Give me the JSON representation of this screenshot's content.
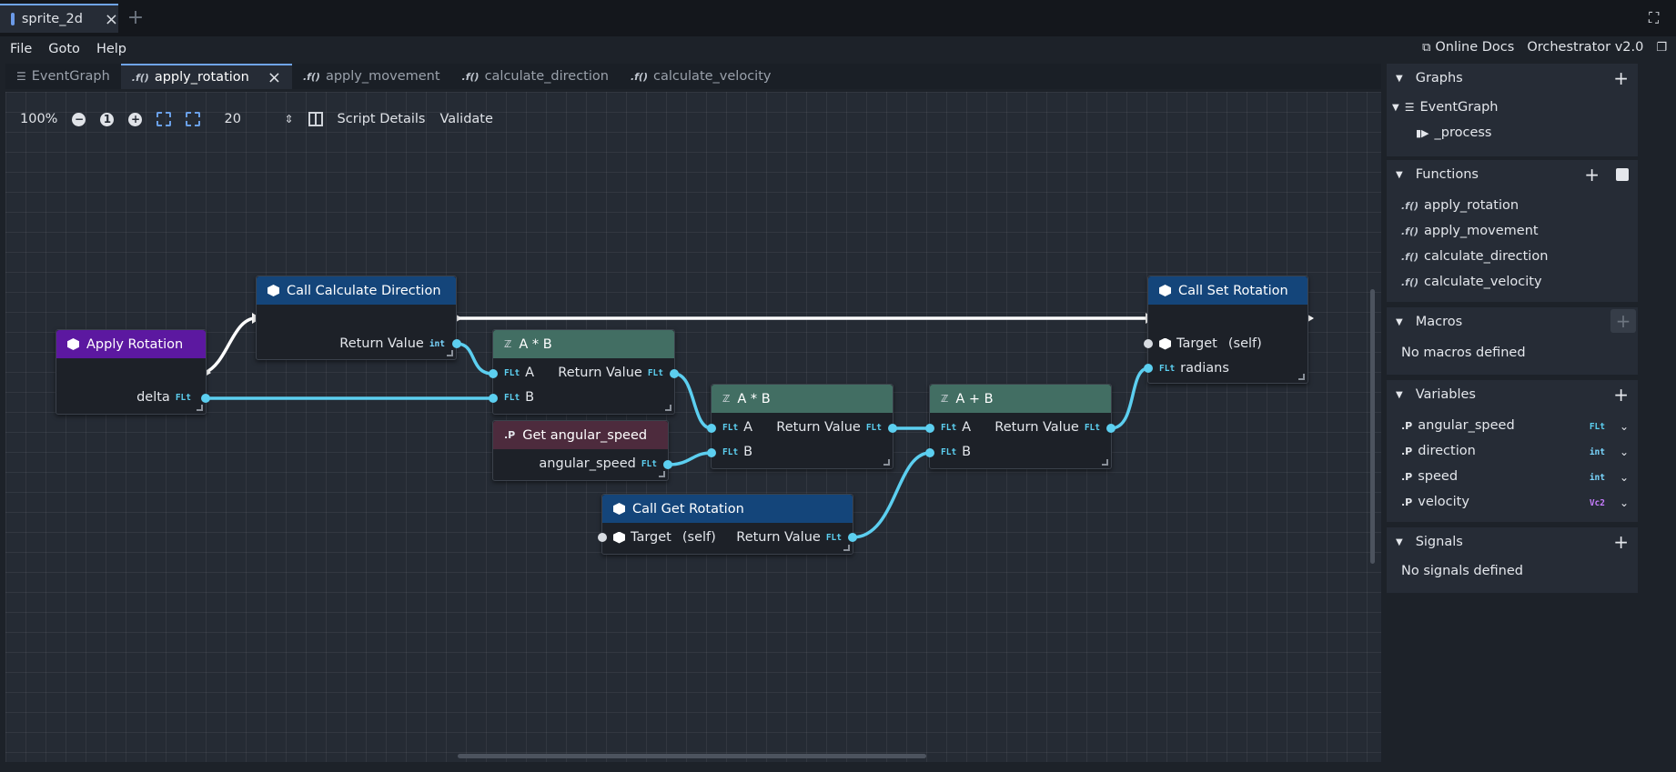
{
  "window": {
    "tab_title": "sprite_2d",
    "new_tab": "+"
  },
  "menu": [
    "File",
    "Goto",
    "Help"
  ],
  "header_right": {
    "docs": "Online Docs",
    "version": "Orchestrator v2.0"
  },
  "doc_tabs": [
    {
      "label": "EventGraph",
      "icon": "event-graph-icon"
    },
    {
      "label": "apply_rotation",
      "icon": "function-icon"
    },
    {
      "label": "apply_movement",
      "icon": "function-icon"
    },
    {
      "label": "calculate_direction",
      "icon": "function-icon"
    },
    {
      "label": "calculate_velocity",
      "icon": "function-icon"
    }
  ],
  "function_icon": ".f()",
  "graph_toolbar": {
    "zoom": "100%",
    "reset": "1",
    "snap_value": "20",
    "script_details": "Script Details",
    "validate": "Validate"
  },
  "colors": {
    "header_blue": "#14457a",
    "header_purple": "#5c18a0",
    "header_green": "#426e63",
    "header_maroon": "#4d2b3d",
    "wire_float": "#5ccff0",
    "wire_exec": "#ffffff",
    "accent": "#70a5e8"
  },
  "nodes": {
    "apply_rotation": {
      "title": "Apply Rotation",
      "delta": "delta",
      "delta_type": "FLt"
    },
    "calc_direction": {
      "title": "Call Calculate Direction",
      "return": "Return Value",
      "return_type": "int"
    },
    "mul1": {
      "title": "A * B",
      "a": "A",
      "b": "B",
      "return": "Return Value",
      "type": "FLt"
    },
    "get_speed": {
      "title": "Get angular_speed",
      "out": "angular_speed",
      "type": "FLt"
    },
    "mul2": {
      "title": "A * B",
      "a": "A",
      "b": "B",
      "return": "Return Value",
      "type": "FLt"
    },
    "add": {
      "title": "A + B",
      "a": "A",
      "b": "B",
      "return": "Return Value",
      "type": "FLt"
    },
    "get_rotation": {
      "title": "Call Get Rotation",
      "target": "Target",
      "self": "(self)",
      "return": "Return Value",
      "type": "FLt"
    },
    "set_rotation": {
      "title": "Call Set Rotation",
      "target": "Target",
      "self": "(self)",
      "radians": "radians",
      "type": "FLt"
    }
  },
  "sidebar": {
    "graphs": {
      "title": "Graphs",
      "items": [
        "EventGraph",
        "_process"
      ]
    },
    "functions": {
      "title": "Functions",
      "items": [
        "apply_rotation",
        "apply_movement",
        "calculate_direction",
        "calculate_velocity"
      ]
    },
    "macros": {
      "title": "Macros",
      "empty": "No macros defined"
    },
    "variables": {
      "title": "Variables",
      "items": [
        {
          "name": "angular_speed",
          "type": "FLt",
          "color": "#5ccff0"
        },
        {
          "name": "direction",
          "type": "int",
          "color": "#7ad7ff"
        },
        {
          "name": "speed",
          "type": "int",
          "color": "#7ad7ff"
        },
        {
          "name": "velocity",
          "type": "Vc2",
          "color": "#c77dff"
        }
      ]
    },
    "signals": {
      "title": "Signals",
      "empty": "No signals defined"
    },
    "prop_icon": ".P"
  }
}
